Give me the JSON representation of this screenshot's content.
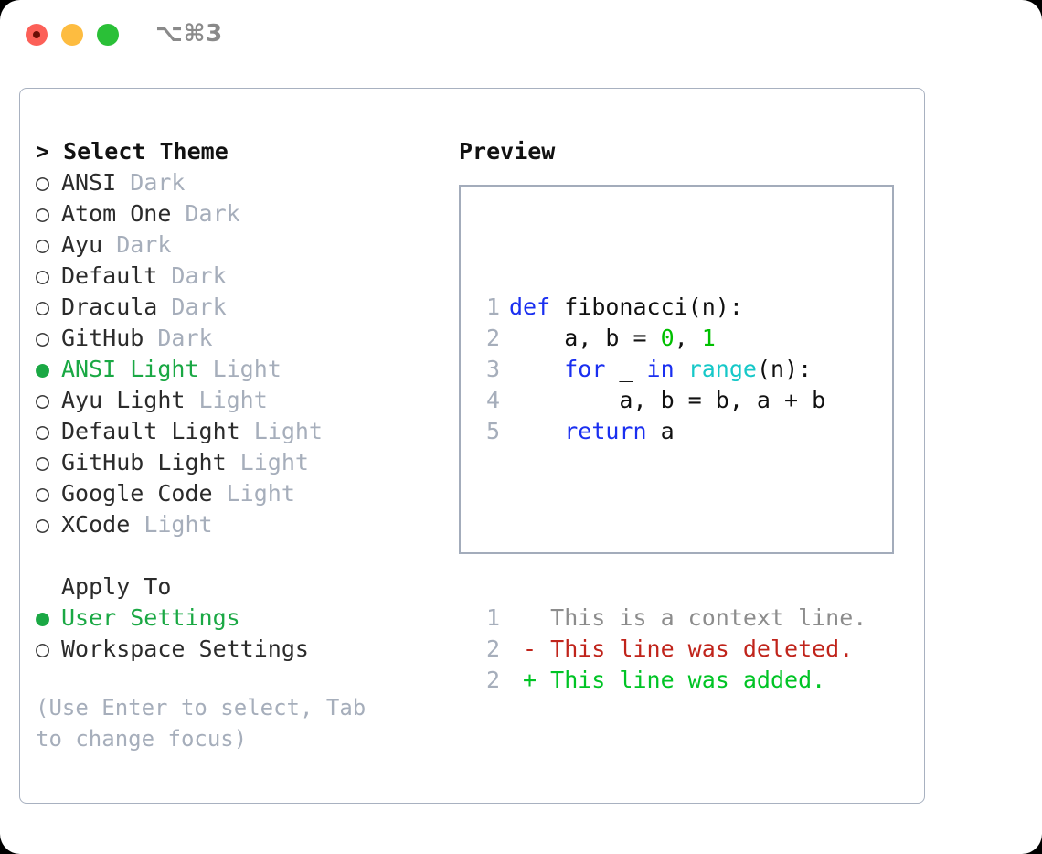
{
  "window": {
    "title": "⌥⌘3",
    "traffic_lights": [
      {
        "name": "close",
        "color": "#fc6058"
      },
      {
        "name": "minimize",
        "color": "#fdbc40"
      },
      {
        "name": "maximize",
        "color": "#2ac037"
      }
    ]
  },
  "theme_panel": {
    "header_marker": ">",
    "header": "Select Theme",
    "marker_selected": "●",
    "marker_unselected": "○",
    "themes": [
      {
        "name": "ANSI",
        "variant": "Dark",
        "selected": false
      },
      {
        "name": "Atom One",
        "variant": "Dark",
        "selected": false
      },
      {
        "name": "Ayu",
        "variant": "Dark",
        "selected": false
      },
      {
        "name": "Default",
        "variant": "Dark",
        "selected": false
      },
      {
        "name": "Dracula",
        "variant": "Dark",
        "selected": false
      },
      {
        "name": "GitHub",
        "variant": "Dark",
        "selected": false
      },
      {
        "name": "ANSI Light",
        "variant": "Light",
        "selected": true
      },
      {
        "name": "Ayu Light",
        "variant": "Light",
        "selected": false
      },
      {
        "name": "Default Light",
        "variant": "Light",
        "selected": false
      },
      {
        "name": "GitHub Light",
        "variant": "Light",
        "selected": false
      },
      {
        "name": "Google Code",
        "variant": "Light",
        "selected": false
      },
      {
        "name": "XCode",
        "variant": "Light",
        "selected": false
      }
    ],
    "apply_to_header": "Apply To",
    "apply_to": [
      {
        "label": "User Settings",
        "selected": true
      },
      {
        "label": "Workspace Settings",
        "selected": false
      }
    ],
    "hint": "(Use Enter to select, Tab to change focus)"
  },
  "preview": {
    "header": "Preview",
    "code_lines": [
      {
        "number": "1",
        "tokens": [
          {
            "text": "def ",
            "kind": "kw"
          },
          {
            "text": "fibonacci(n):",
            "kind": "id"
          }
        ]
      },
      {
        "number": "2",
        "tokens": [
          {
            "text": "    a, b = ",
            "kind": "id"
          },
          {
            "text": "0",
            "kind": "num"
          },
          {
            "text": ", ",
            "kind": "id"
          },
          {
            "text": "1",
            "kind": "num"
          }
        ]
      },
      {
        "number": "3",
        "tokens": [
          {
            "text": "    ",
            "kind": "id"
          },
          {
            "text": "for",
            "kind": "kw"
          },
          {
            "text": " _ ",
            "kind": "id"
          },
          {
            "text": "in",
            "kind": "kw"
          },
          {
            "text": " ",
            "kind": "id"
          },
          {
            "text": "range",
            "kind": "fn"
          },
          {
            "text": "(n):",
            "kind": "punc"
          }
        ]
      },
      {
        "number": "4",
        "tokens": [
          {
            "text": "        a, b = b, a + b",
            "kind": "id"
          }
        ]
      },
      {
        "number": "5",
        "tokens": [
          {
            "text": "    ",
            "kind": "id"
          },
          {
            "text": "return",
            "kind": "kw"
          },
          {
            "text": " a",
            "kind": "id"
          }
        ]
      }
    ],
    "diff_lines": [
      {
        "number": "1",
        "sign": " ",
        "text": "This is a context line.",
        "kind": "ctx"
      },
      {
        "number": "2",
        "sign": "-",
        "text": "This line was deleted.",
        "kind": "del"
      },
      {
        "number": "2",
        "sign": "+",
        "text": "This line was added.",
        "kind": "add"
      }
    ]
  },
  "colors": {
    "accent_green": "#1aa844",
    "muted": "#a6aebb",
    "border": "#a3acbb",
    "keyword": "#1a2ff0",
    "builtin": "#16c8c8",
    "number": "#00c000",
    "diff_add": "#00c425",
    "diff_del": "#c0241b"
  }
}
